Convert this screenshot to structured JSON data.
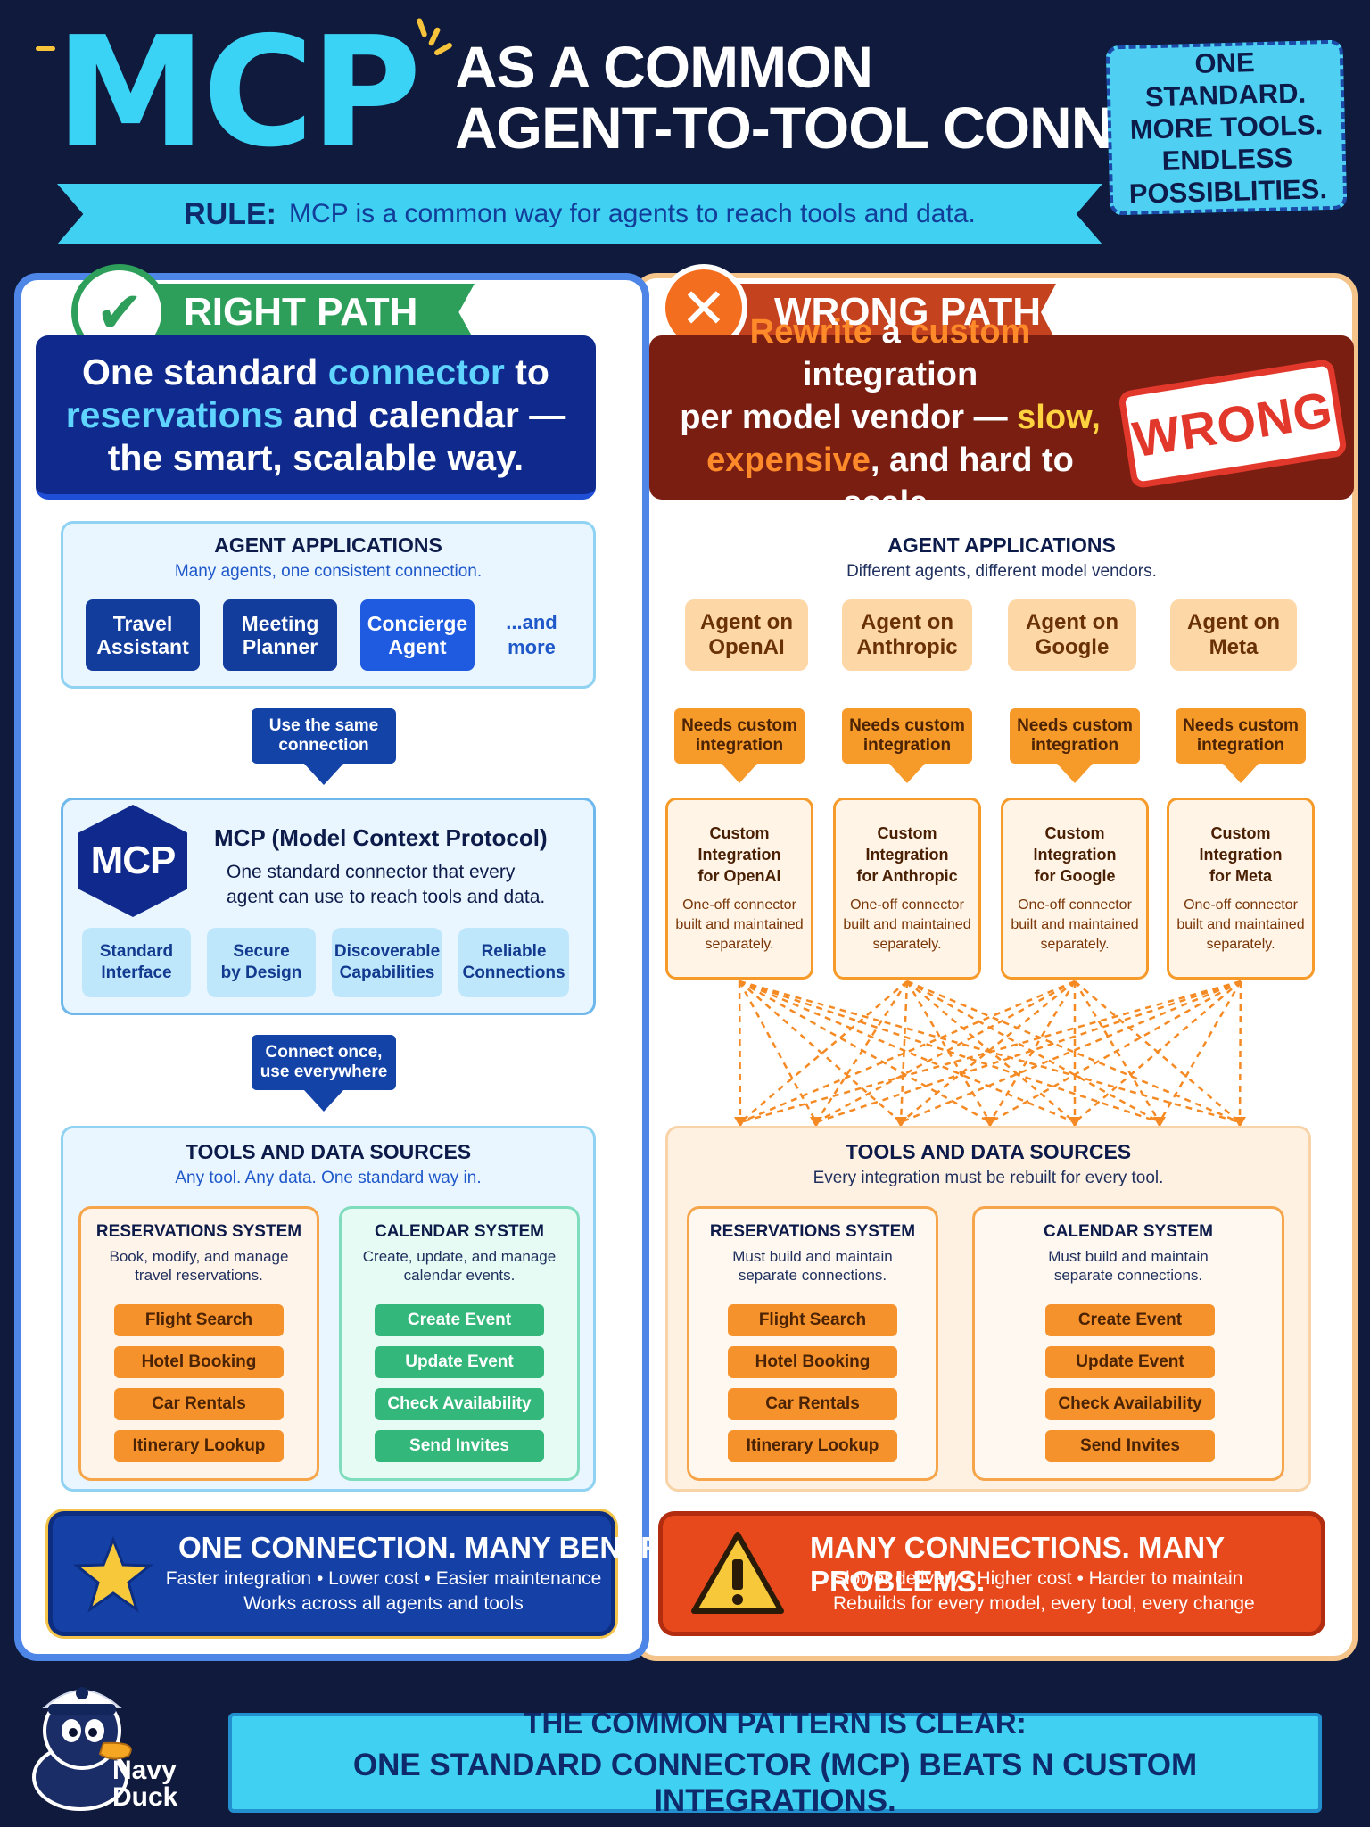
{
  "header": {
    "logo": "MCP",
    "title_line1": "AS A COMMON",
    "title_line2": "AGENT-TO-TOOL CONNECTOR",
    "tagline": [
      "ONE STANDARD.",
      "MORE TOOLS.",
      "ENDLESS",
      "POSSIBLITIES."
    ],
    "rule_label": "RULE:",
    "rule_text": "MCP is a common way for agents to reach tools and data."
  },
  "left": {
    "ribbon": "RIGHT PATH",
    "headline": {
      "p1": "One standard ",
      "p2": "connector",
      "p3": " to ",
      "p4": "reservations",
      "p5": " and calendar —",
      "p6": "the smart, scalable way."
    },
    "agents": {
      "title": "AGENT APPLICATIONS",
      "subtitle": "Many agents, one consistent connection.",
      "items": [
        {
          "l1": "Travel",
          "l2": "Assistant"
        },
        {
          "l1": "Meeting",
          "l2": "Planner"
        },
        {
          "l1": "Concierge",
          "l2": "Agent"
        }
      ],
      "more": {
        "l1": "...and",
        "l2": "more"
      }
    },
    "arrow1": {
      "l1": "Use the same",
      "l2": "connection"
    },
    "mcp": {
      "badge": "MCP",
      "title": "MCP (Model Context Protocol)",
      "desc1": "One standard connector that every",
      "desc2": "agent can use to reach tools and data.",
      "features": [
        {
          "l1": "Standard",
          "l2": "Interface"
        },
        {
          "l1": "Secure",
          "l2": "by Design"
        },
        {
          "l1": "Discoverable",
          "l2": "Capabilities"
        },
        {
          "l1": "Reliable",
          "l2": "Connections"
        }
      ]
    },
    "arrow2": {
      "l1": "Connect once,",
      "l2": "use everywhere"
    },
    "tools": {
      "title": "TOOLS AND DATA SOURCES",
      "subtitle": "Any tool. Any data. One standard way in.",
      "reservations": {
        "title": "RESERVATIONS SYSTEM",
        "sub1": "Book, modify, and manage",
        "sub2": "travel reservations.",
        "items": [
          "Flight Search",
          "Hotel Booking",
          "Car Rentals",
          "Itinerary Lookup"
        ]
      },
      "calendar": {
        "title": "CALENDAR SYSTEM",
        "sub1": "Create, update, and manage",
        "sub2": "calendar events.",
        "items": [
          "Create Event",
          "Update Event",
          "Check Availability",
          "Send Invites"
        ]
      }
    },
    "footer": {
      "title": "ONE CONNECTION. MANY BENEFITS.",
      "line1": "Faster integration • Lower cost • Easier maintenance",
      "line2": "Works across all agents and tools"
    }
  },
  "right": {
    "ribbon": "WRONG PATH",
    "headline": {
      "p1": "Rewrite",
      "p2": " a ",
      "p3": "custom",
      "p4": " integration",
      "p5": "per model vendor — ",
      "p6": "slow,",
      "p7": "expensive",
      "p8": ", and hard to scale."
    },
    "stamp": "WRONG",
    "agents": {
      "title": "AGENT APPLICATIONS",
      "subtitle": "Different agents, different model vendors.",
      "items": [
        {
          "l1": "Agent on",
          "l2": "OpenAI"
        },
        {
          "l1": "Agent on",
          "l2": "Anthropic"
        },
        {
          "l1": "Agent on",
          "l2": "Google"
        },
        {
          "l1": "Agent on",
          "l2": "Meta"
        }
      ]
    },
    "needs": {
      "l1": "Needs custom",
      "l2": "integration"
    },
    "integrations": [
      {
        "t1": "Custom Integration",
        "t2": "for OpenAI"
      },
      {
        "t1": "Custom Integration",
        "t2": "for Anthropic"
      },
      {
        "t1": "Custom Integration",
        "t2": "for Google"
      },
      {
        "t1": "Custom Integration",
        "t2": "for Meta"
      }
    ],
    "integration_desc": {
      "l1": "One-off connector",
      "l2": "built and maintained",
      "l3": "separately."
    },
    "tools": {
      "title": "TOOLS AND DATA SOURCES",
      "subtitle": "Every integration must be rebuilt for every tool.",
      "reservations": {
        "title": "RESERVATIONS SYSTEM",
        "sub1": "Must build and maintain",
        "sub2": "separate connections.",
        "items": [
          "Flight Search",
          "Hotel Booking",
          "Car Rentals",
          "Itinerary Lookup"
        ]
      },
      "calendar": {
        "title": "CALENDAR SYSTEM",
        "sub1": "Must build and maintain",
        "sub2": "separate connections.",
        "items": [
          "Create Event",
          "Update Event",
          "Check Availability",
          "Send Invites"
        ]
      }
    },
    "footer": {
      "title": "MANY CONNECTIONS. MANY PROBLEMS.",
      "line1": "Slower delivery • Higher cost • Harder to maintain",
      "line2": "Rebuilds for every model, every tool, every change"
    }
  },
  "bottom": {
    "line1": "THE COMMON PATTERN IS CLEAR:",
    "line2": "ONE STANDARD CONNECTOR (MCP) BEATS N CUSTOM INTEGRATIONS."
  },
  "brand": {
    "l1": "Navy",
    "l2": "Duck"
  },
  "colors": {
    "background": "#0f1a3c",
    "accent_cyan": "#3bd3f5",
    "right_green": "#2e9f5a",
    "wrong_red": "#c4421e",
    "navy": "#133d9c",
    "orange": "#f69a2a"
  },
  "icons": [
    "check-icon",
    "x-icon",
    "star-icon",
    "warning-icon",
    "duck-mascot-icon",
    "mcp-hexagon-icon"
  ]
}
